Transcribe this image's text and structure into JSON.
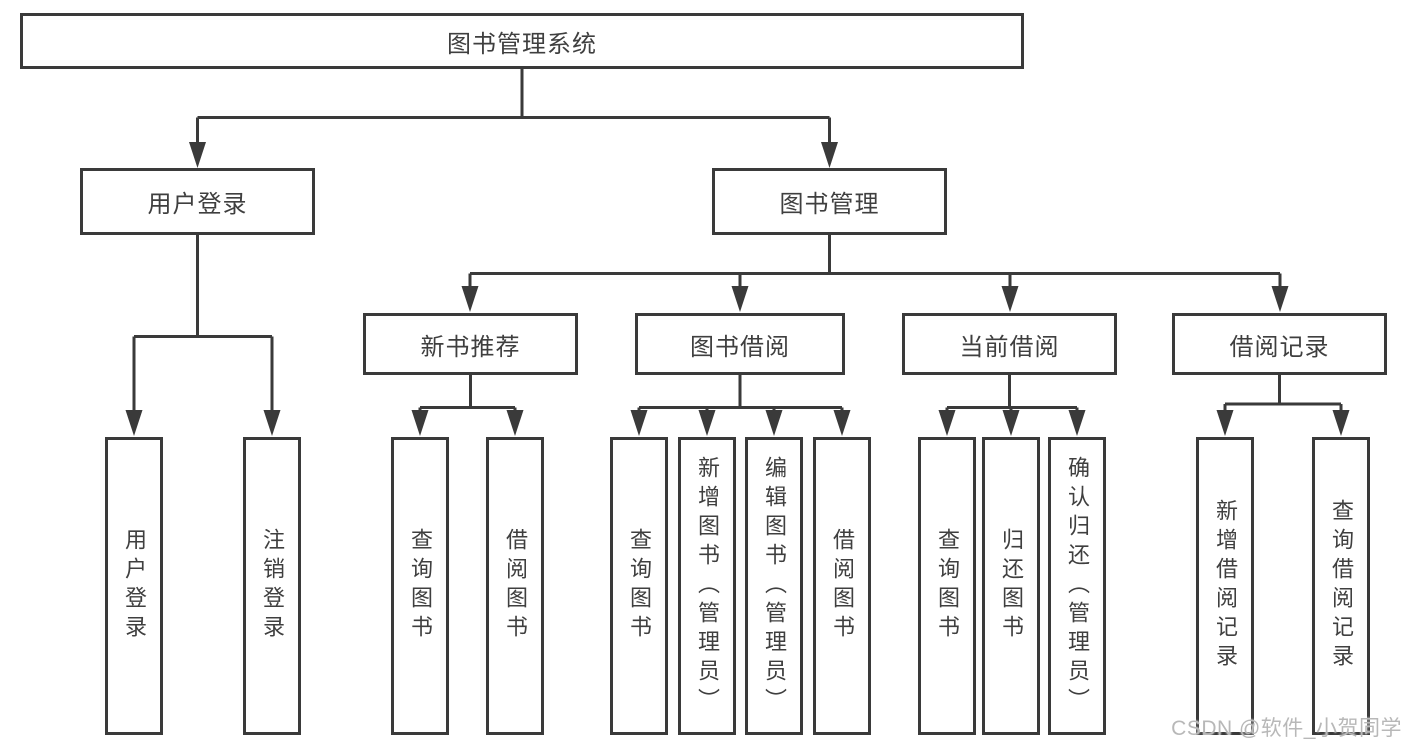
{
  "watermark": "CSDN @软件_小贺同学",
  "colors": {
    "line": "#3a3a3a",
    "text": "#3f3f3f",
    "background": "#ffffff",
    "watermark_text": "#b8b8b8"
  },
  "tree": {
    "root": {
      "label": "图书管理系统",
      "children": [
        {
          "label": "用户登录",
          "children": [
            {
              "label": "用户登录"
            },
            {
              "label": "注销登录"
            }
          ]
        },
        {
          "label": "图书管理",
          "children": [
            {
              "label": "新书推荐",
              "children": [
                {
                  "label": "查询图书"
                },
                {
                  "label": "借阅图书"
                }
              ]
            },
            {
              "label": "图书借阅",
              "children": [
                {
                  "label": "查询图书"
                },
                {
                  "label": "新增图书（管理员）"
                },
                {
                  "label": "编辑图书（管理员）"
                },
                {
                  "label": "借阅图书"
                }
              ]
            },
            {
              "label": "当前借阅",
              "children": [
                {
                  "label": "查询图书"
                },
                {
                  "label": "归还图书"
                },
                {
                  "label": "确认归还（管理员）"
                }
              ]
            },
            {
              "label": "借阅记录",
              "children": [
                {
                  "label": "新增借阅记录"
                },
                {
                  "label": "查询借阅记录"
                }
              ]
            }
          ]
        }
      ]
    }
  }
}
